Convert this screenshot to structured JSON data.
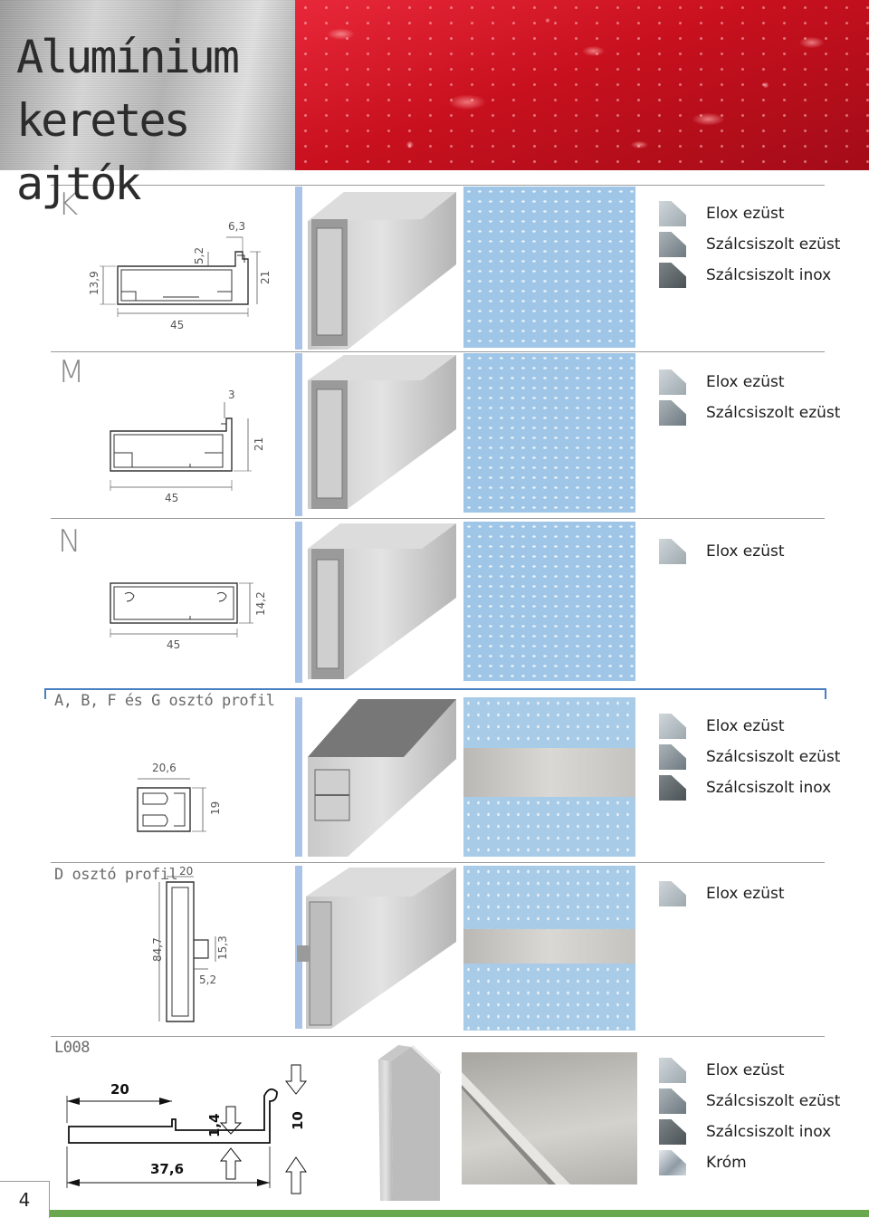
{
  "header": {
    "title": "Alumínium keretes ajtók"
  },
  "finish_names": {
    "elox": "Elox ezüst",
    "sz_ezust": "Szálcsiszolt ezüst",
    "sz_inox": "Szálcsiszolt inox",
    "krom": "Króm"
  },
  "sections": [
    {
      "label": "K",
      "dims": {
        "height_outer": "13,9",
        "width": "45",
        "lip_w": "6,3",
        "lip_h": "5,2",
        "height": "21"
      },
      "finishes": [
        "Elox ezüst",
        "Szálcsiszolt ezüst",
        "Szálcsiszolt inox"
      ]
    },
    {
      "label": "M",
      "dims": {
        "lip": "3",
        "height": "21",
        "width": "45"
      },
      "finishes": [
        "Elox ezüst",
        "Szálcsiszolt ezüst"
      ]
    },
    {
      "label": "N",
      "dims": {
        "height": "14,2",
        "width": "45"
      },
      "finishes": [
        "Elox ezüst"
      ]
    },
    {
      "label": "A, B, F és G osztó profil",
      "dims": {
        "width": "20,6",
        "height": "19"
      },
      "finishes": [
        "Elox ezüst",
        "Szálcsiszolt ezüst",
        "Szálcsiszolt inox"
      ]
    },
    {
      "label": "D osztó profil",
      "dims": {
        "width": "20",
        "height": "84,7",
        "inner_h": "15,3",
        "inner_w": "5,2"
      },
      "finishes": [
        "Elox ezüst"
      ]
    },
    {
      "label": "L008",
      "dims": {
        "top_w": "20",
        "thick": "1,4",
        "height": "10",
        "total_w": "37,6"
      },
      "finishes": [
        "Elox ezüst",
        "Szálcsiszolt ezüst",
        "Szálcsiszolt inox",
        "Króm"
      ]
    }
  ],
  "page": {
    "number": "4"
  },
  "colors": {
    "accent_blue": "#4a7fc1",
    "footer_green": "#6aa84f",
    "header_red": "#c8101e"
  }
}
